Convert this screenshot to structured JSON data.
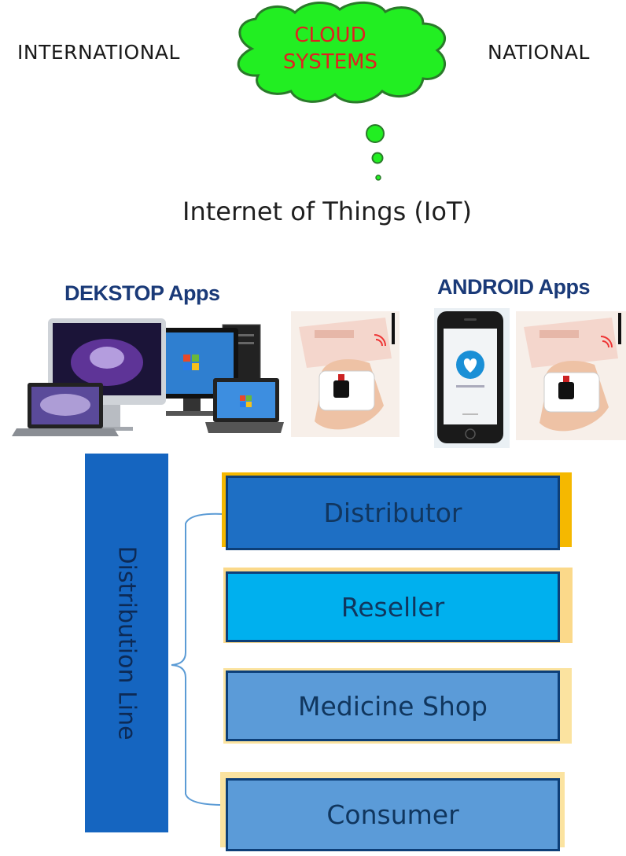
{
  "top": {
    "left_label": "INTERNATIONAL",
    "right_label": "NATIONAL",
    "cloud_line1": "CLOUD",
    "cloud_line2": "SYSTEMS",
    "iot_label": "Internet of Things (IoT)"
  },
  "apps": {
    "desktop_title": "DEKSTOP Apps",
    "android_title": "ANDROID Apps"
  },
  "distribution": {
    "vertical_label": "Distribution Line",
    "boxes": [
      "Distributor",
      "Reseller",
      "Medicine Shop",
      "Consumer"
    ]
  },
  "colors": {
    "cloud_fill": "#22ee22",
    "cloud_text": "#e02020",
    "distributor": "#1e6fc4",
    "reseller": "#00b0ee",
    "medicine_shop": "#5b9bd8",
    "consumer": "#5b9bd8",
    "vertical_bar": "#1565c0",
    "shadow_accent": "#f5b800"
  }
}
